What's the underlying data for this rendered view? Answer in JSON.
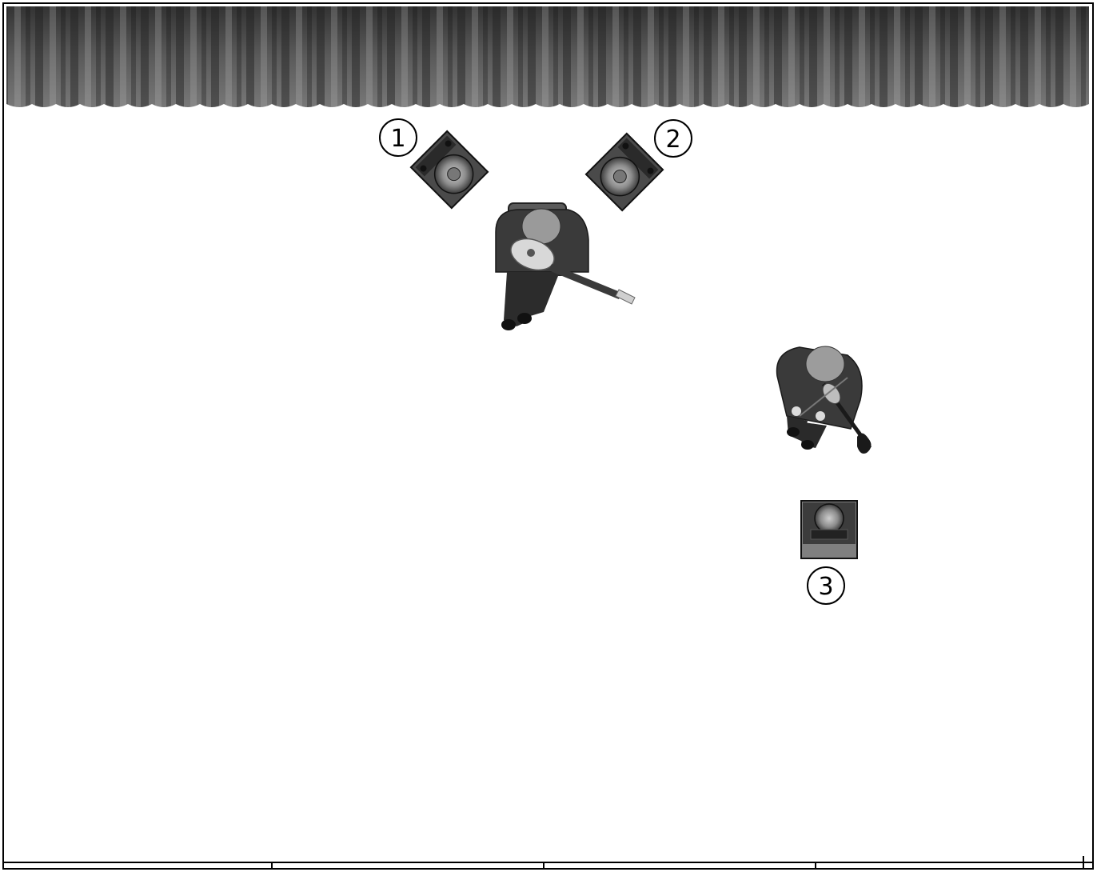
{
  "diagram": {
    "callouts": [
      {
        "id": "monitor-1",
        "label": "1"
      },
      {
        "id": "monitor-2",
        "label": "2"
      },
      {
        "id": "monitor-3",
        "label": "3"
      }
    ],
    "elements": [
      {
        "id": "curtain",
        "kind": "stage curtain"
      },
      {
        "id": "monitor-1",
        "kind": "floor monitor speaker"
      },
      {
        "id": "monitor-2",
        "kind": "floor monitor speaker"
      },
      {
        "id": "monitor-3",
        "kind": "floor monitor speaker"
      },
      {
        "id": "guitarist",
        "kind": "seated guitarist"
      },
      {
        "id": "violinist",
        "kind": "violinist"
      }
    ],
    "colors": {
      "curtain_dark": "#3a3a3a",
      "curtain_light": "#8a8a8a",
      "speaker_body": "#4a4a4a",
      "speaker_cone": "#9a9a9a",
      "frame": "#000000",
      "background": "#ffffff"
    }
  }
}
